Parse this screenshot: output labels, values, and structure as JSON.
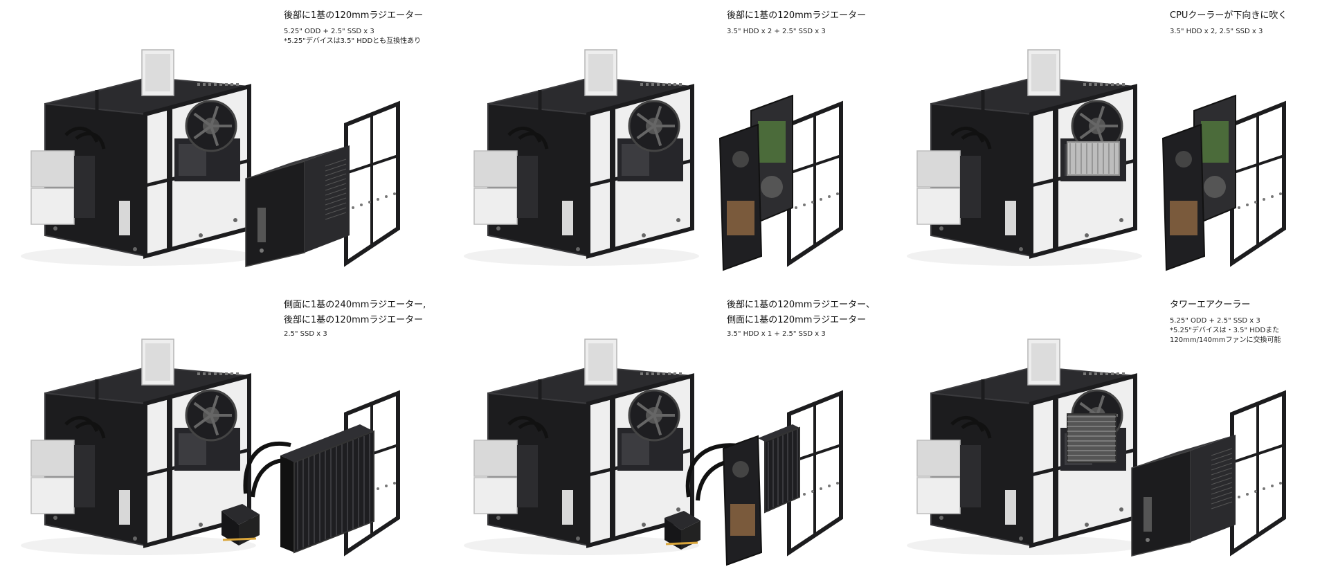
{
  "panels": [
    {
      "id": "top-left",
      "title_lines": [
        "後部に1基の120mmラジエーター"
      ],
      "spec_lines": [
        "5.25\" ODD + 2.5\" SSD x 3",
        "*5.25\"デバイスは3.5\" HDDとも互換性あり"
      ],
      "accessory": "odd-bracket"
    },
    {
      "id": "top-middle",
      "title_lines": [
        "後部に1基の120mmラジエーター"
      ],
      "spec_lines": [
        "3.5\" HDD x 2 + 2.5\" SSD x 3"
      ],
      "accessory": "hdd-pair"
    },
    {
      "id": "top-right",
      "title_lines": [
        "CPUクーラーが下向きに吹く"
      ],
      "spec_lines": [
        "3.5\" HDD x 2, 2.5\" SSD x 3"
      ],
      "accessory": "hdd-pair"
    },
    {
      "id": "bottom-left",
      "title_lines": [
        "側面に1基の240mmラジエーター,",
        "後部に1基の120mmラジエーター"
      ],
      "spec_lines": [
        "2.5\" SSD x 3"
      ],
      "accessory": "radiator-240"
    },
    {
      "id": "bottom-middle",
      "title_lines": [
        "後部に1基の120mmラジエーター、",
        "側面に1基の120mmラジエーター"
      ],
      "spec_lines": [
        "3.5\" HDD x 1 + 2.5\" SSD x 3"
      ],
      "accessory": "radiator-120-hdd"
    },
    {
      "id": "bottom-right",
      "title_lines": [
        "タワーエアクーラー"
      ],
      "spec_lines": [
        "5.25\" ODD + 2.5\" SSD x 3",
        "*5.25\"デバイスは・3.5\" HDDまた",
        "120mm/140mmファンに交換可能"
      ],
      "accessory": "odd-bracket"
    }
  ],
  "colors": {
    "case_black": "#1c1c1e",
    "case_dark": "#2b2b2e",
    "case_edge": "#3a3a3d",
    "metal_silver": "#d9d9d9",
    "metal_light": "#eeeeee",
    "board_green": "#4b6b3a",
    "background": "#ffffff"
  }
}
